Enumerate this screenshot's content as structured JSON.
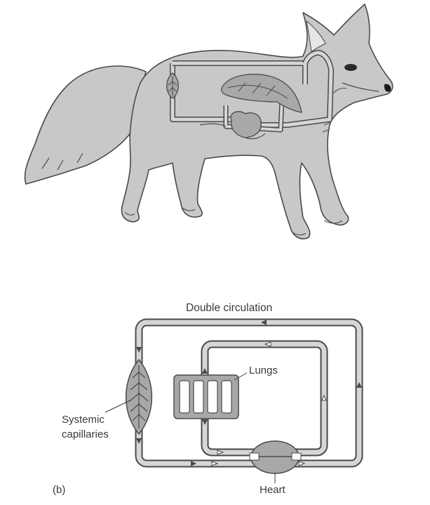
{
  "figure": {
    "panel_label": "(b)",
    "title": "Double circulation",
    "labels": {
      "lungs": "Lungs",
      "systemic_capillaries": "Systemic\ncapillaries",
      "heart": "Heart"
    }
  },
  "colors": {
    "body_fill": "#c8c8c8",
    "outline": "#4a4a4a",
    "vessel_fill": "#d6d6d6",
    "organ_fill": "#a8a8a8",
    "text": "#3a3a3a"
  }
}
